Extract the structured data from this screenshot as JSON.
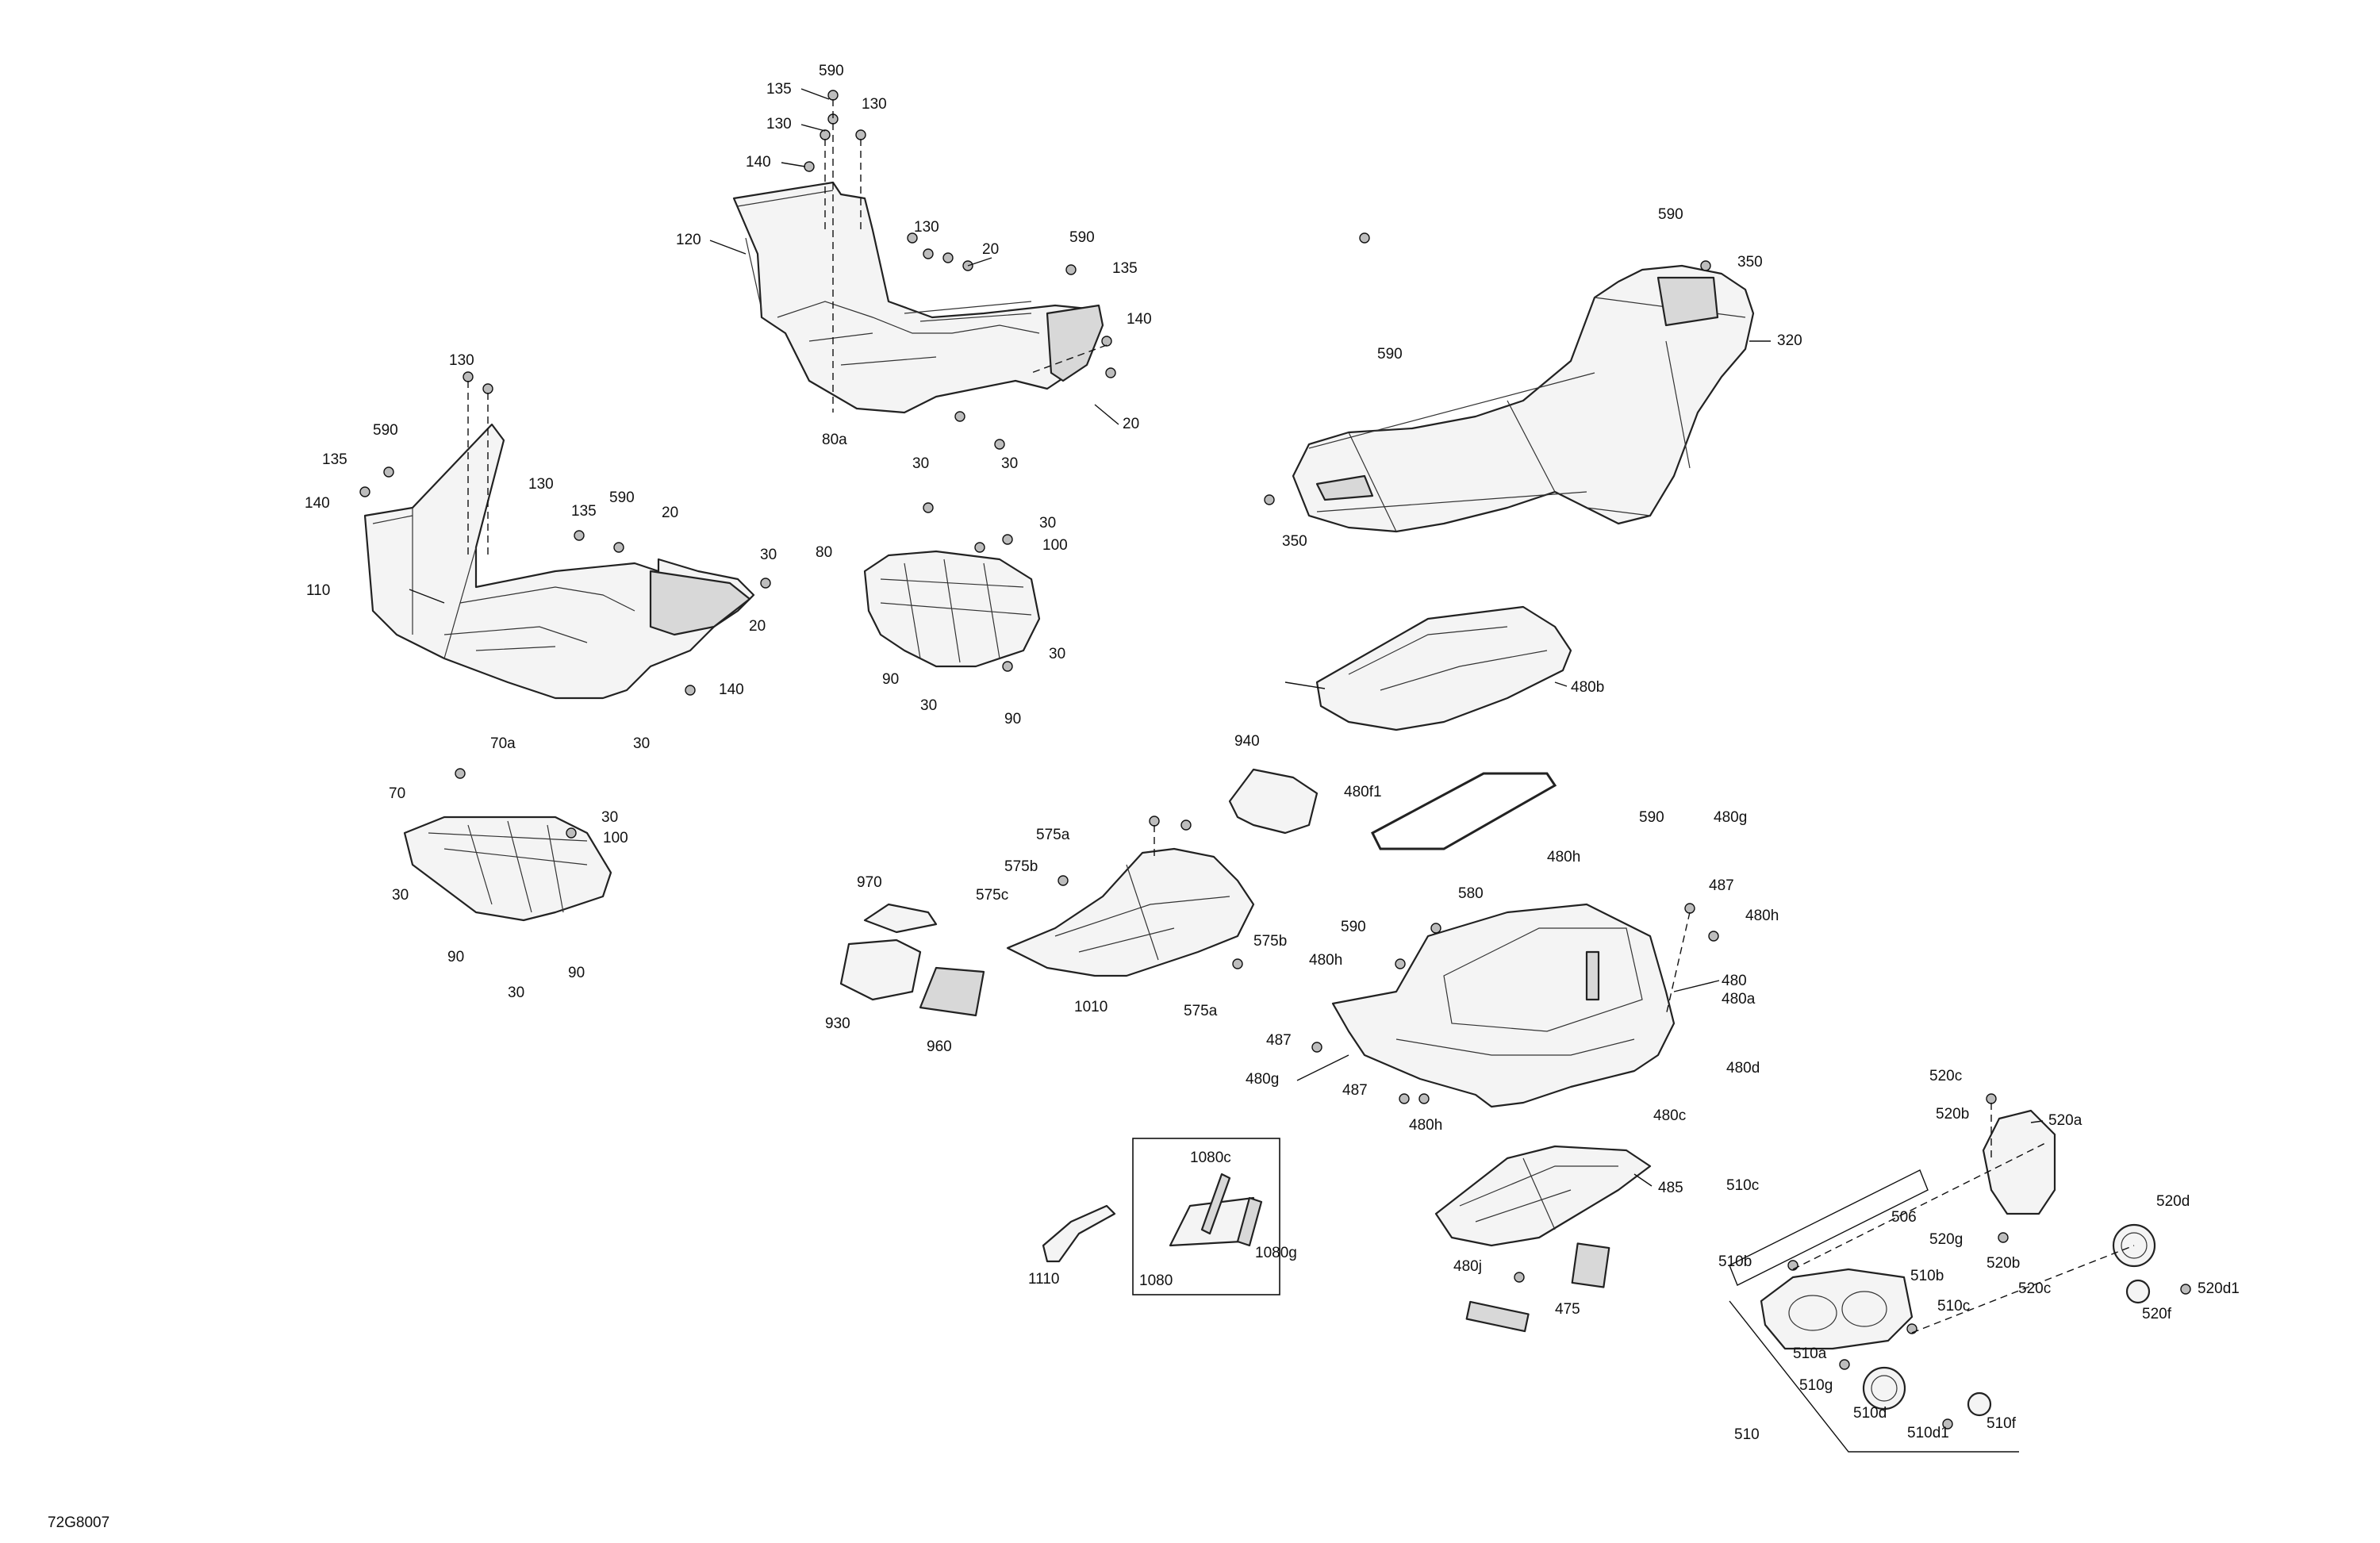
{
  "diagram": {
    "reference_code": "72G8007",
    "callouts": {
      "c590_top": "590",
      "c135_top": "135",
      "c130_top_a": "130",
      "c130_top_b": "130",
      "c140_top": "140",
      "c120": "120",
      "c130_top_c": "130",
      "c20_top": "20",
      "c590_top_r": "590",
      "c135_top_r": "135",
      "c140_top_r": "140",
      "c20_top_r": "20",
      "c80a": "80a",
      "c30_top_a": "30",
      "c30_top_b": "30",
      "c130_left": "130",
      "c590_left": "590",
      "c135_left": "135",
      "c140_left": "140",
      "c130_left_b": "130",
      "c135_left_b": "135",
      "c590_left_b": "590",
      "c20_left": "20",
      "c110": "110",
      "c30_left_r": "30",
      "c20_left_r": "20",
      "c140_left_r": "140",
      "c70a": "70a",
      "c30_left_bot": "30",
      "c80": "80",
      "c30_mid_a": "30",
      "c100_mid": "100",
      "c30_mid_b": "30",
      "c90_mid_a": "90",
      "c30_mid_c": "30",
      "c90_mid_b": "90",
      "c70": "70",
      "c30_low_a": "30",
      "c100_low": "100",
      "c30_low_b": "30",
      "c90_low_a": "90",
      "c30_low_c": "30",
      "c90_low_b": "90",
      "c590_rack": "590",
      "c350_rack_a": "350",
      "c320": "320",
      "c590_rack_b": "590",
      "c350_rack_b": "350",
      "c480b": "480b",
      "c940": "940",
      "c480f1": "480f1",
      "c575a_top": "575a",
      "c575b_top": "575b",
      "c575c": "575c",
      "c970": "970",
      "c575b_r": "575b",
      "c930": "930",
      "c960": "960",
      "c1010": "1010",
      "c575a_bot": "575a",
      "c590_box_a": "590",
      "c480g_top": "480g",
      "c480h_a": "480h",
      "c487_a": "487",
      "c580": "580",
      "c480h_b": "480h",
      "c590_box_b": "590",
      "c480h_c": "480h",
      "c480": "480",
      "c480a": "480a",
      "c487_b": "487",
      "c480g_bot": "480g",
      "c487_c": "487",
      "c480h_d": "480h",
      "c480d": "480d",
      "c480c": "480c",
      "c485": "485",
      "c480j": "480j",
      "c475": "475",
      "c1080c": "1080c",
      "c1080g": "1080g",
      "c1080": "1080",
      "c1110": "1110",
      "c520c_a": "520c",
      "c520b_a": "520b",
      "c520a": "520a",
      "c510c_a": "510c",
      "c506": "506",
      "c520d": "520d",
      "c520g": "520g",
      "c520b_b": "520b",
      "c520c_b": "520c",
      "c520d1": "520d1",
      "c520f": "520f",
      "c510b_a": "510b",
      "c510b_b": "510b",
      "c510c_b": "510c",
      "c510a": "510a",
      "c510g": "510g",
      "c510d": "510d",
      "c510d1": "510d1",
      "c510f": "510f",
      "c510": "510"
    }
  }
}
